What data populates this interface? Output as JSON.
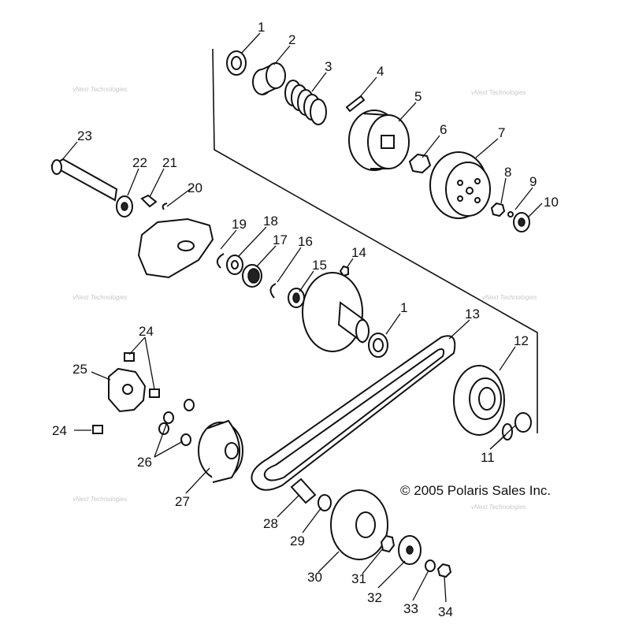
{
  "copyright": "© 2005 Polaris Sales Inc.",
  "watermark": "vNext Technologies",
  "callouts": [
    "1",
    "2",
    "3",
    "4",
    "5",
    "6",
    "7",
    "8",
    "9",
    "10",
    "1",
    "11",
    "12",
    "13",
    "14",
    "15",
    "16",
    "17",
    "18",
    "19",
    "20",
    "21",
    "22",
    "23",
    "24",
    "24",
    "25",
    "26",
    "27",
    "28",
    "29",
    "30",
    "31",
    "32",
    "33",
    "34"
  ]
}
